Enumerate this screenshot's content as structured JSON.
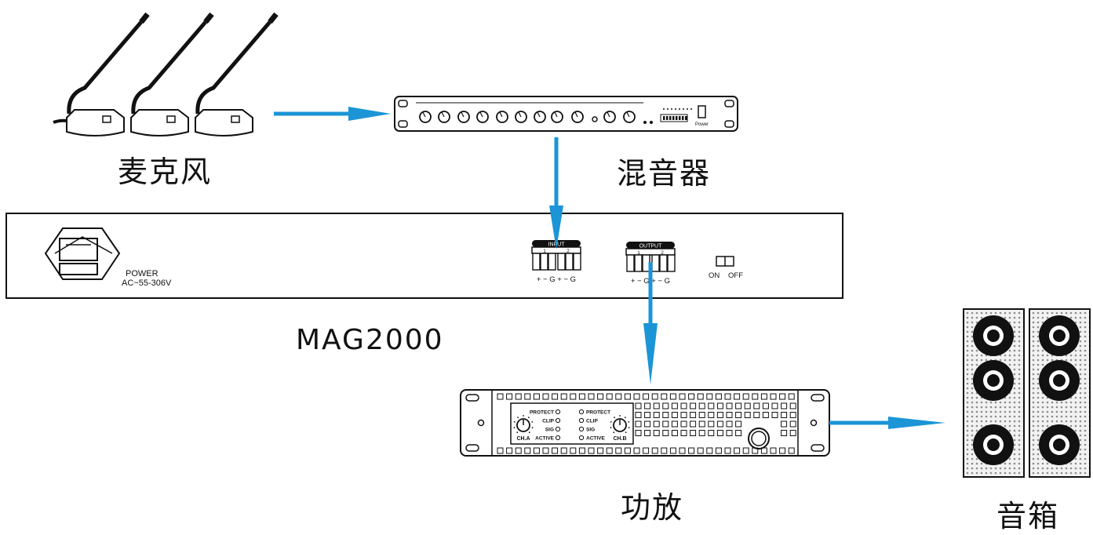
{
  "colors": {
    "arrow": "#1b95d6",
    "line": "#111111",
    "background": "#ffffff"
  },
  "labels": {
    "microphone": "麦克风",
    "mixer": "混音器",
    "device": "MAG2000",
    "amplifier": "功放",
    "speaker": "音箱"
  },
  "device_panel": {
    "power_label": "POWER",
    "power_rating": "AC~55-306V",
    "input_title": "INPUT",
    "input_channel_1": "1",
    "input_channel_2": "2",
    "input_terminals": "+ − G  + − G",
    "output_title": "OUTPUT",
    "output_channel_1": "1",
    "output_channel_2": "2",
    "output_terminals": "+ − G  + − G",
    "switch_on": "ON",
    "switch_off": "OFF"
  },
  "mixer_panel": {
    "power_label": "Power"
  },
  "amplifier_panel": {
    "status_labels": [
      "PROTECT",
      "CLIP",
      "SIG",
      "ACTIVE"
    ],
    "channel_a": "CH.A",
    "channel_b": "CH.B"
  },
  "flow": [
    {
      "from": "microphone",
      "to": "mixer"
    },
    {
      "from": "mixer",
      "to": "device"
    },
    {
      "from": "device",
      "to": "amplifier"
    },
    {
      "from": "amplifier",
      "to": "speaker"
    }
  ]
}
